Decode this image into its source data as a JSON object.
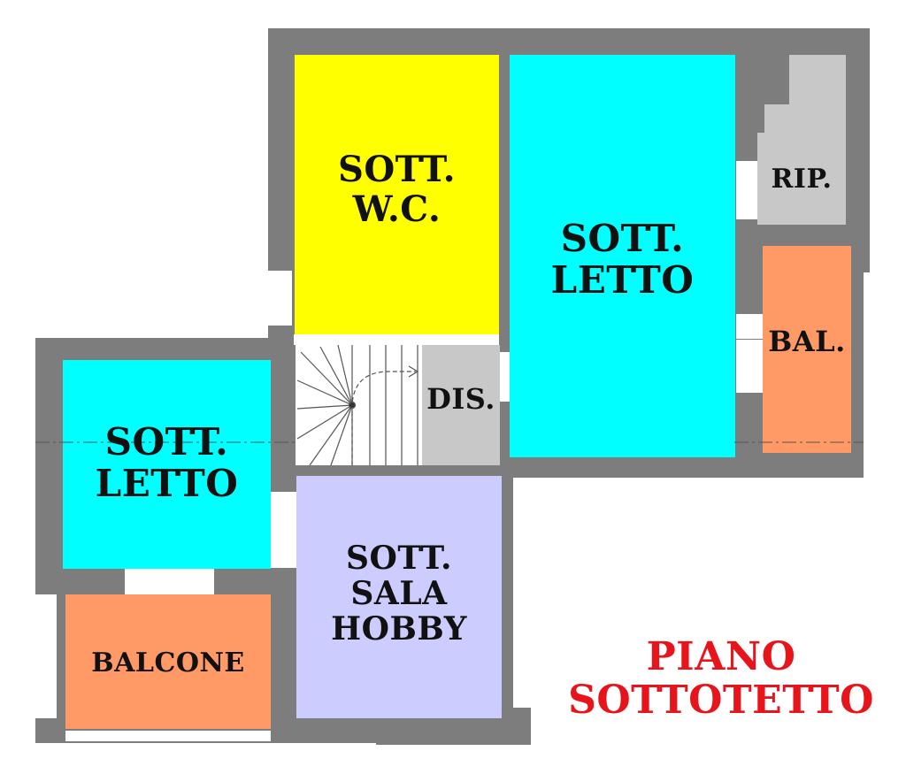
{
  "title": {
    "line1": "PIANO",
    "line2": "SOTTOTETTO",
    "color": "#e8141c"
  },
  "colors": {
    "wall": "#7d7d7d",
    "yellow": "#ffff00",
    "cyan": "#00ffff",
    "orange": "#ff9966",
    "lavender": "#ccccff",
    "lightgray": "#c8c8c8",
    "white": "#ffffff"
  },
  "rooms": {
    "wc": {
      "line1": "SOTT.",
      "line2": "W.C."
    },
    "letto_right": {
      "line1": "SOTT.",
      "line2": "LETTO"
    },
    "rip": {
      "text": "RIP."
    },
    "bal": {
      "text": "BAL."
    },
    "dis": {
      "text": "DIS."
    },
    "letto_left": {
      "line1": "SOTT.",
      "line2": "LETTO"
    },
    "sala_hobby": {
      "line1": "SOTT.",
      "line2": "SALA",
      "line3": "HOBBY"
    },
    "balcone": {
      "text": "BALCONE"
    }
  }
}
